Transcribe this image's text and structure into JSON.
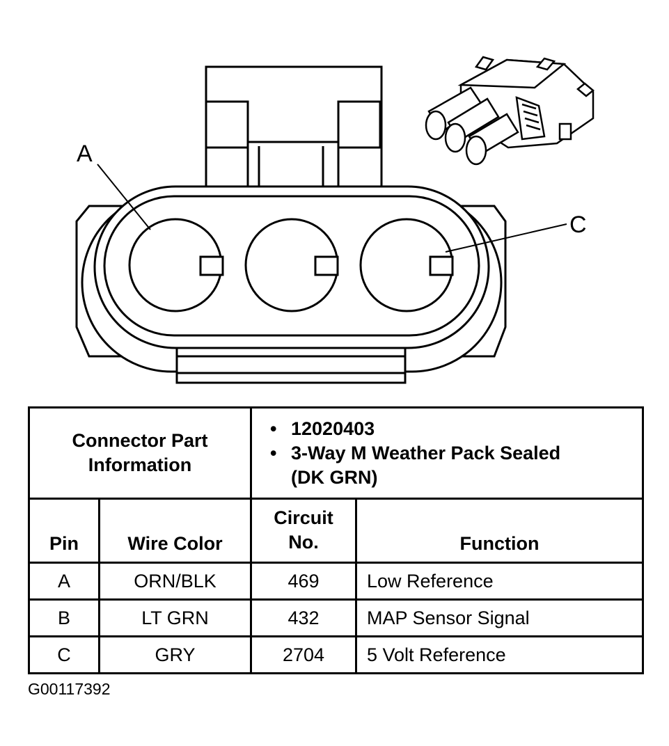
{
  "diagram": {
    "pin_labels": {
      "a": "A",
      "c": "C"
    },
    "icons": [
      "connector-front-view-icon",
      "connector-3d-view-icon"
    ]
  },
  "table": {
    "part_info_label": "Connector Part Information",
    "part_info": [
      "12020403",
      "3-Way M Weather Pack Sealed (DK GRN)"
    ],
    "columns": {
      "pin": "Pin",
      "wire_color": "Wire Color",
      "circuit_no": "Circuit No.",
      "function": "Function"
    },
    "rows": [
      {
        "pin": "A",
        "wire_color": "ORN/BLK",
        "circuit": "469",
        "function": "Low Reference"
      },
      {
        "pin": "B",
        "wire_color": "LT GRN",
        "circuit": "432",
        "function": "MAP Sensor Signal"
      },
      {
        "pin": "C",
        "wire_color": "GRY",
        "circuit": "2704",
        "function": "5 Volt Reference"
      }
    ]
  },
  "figure_id": "G00117392"
}
